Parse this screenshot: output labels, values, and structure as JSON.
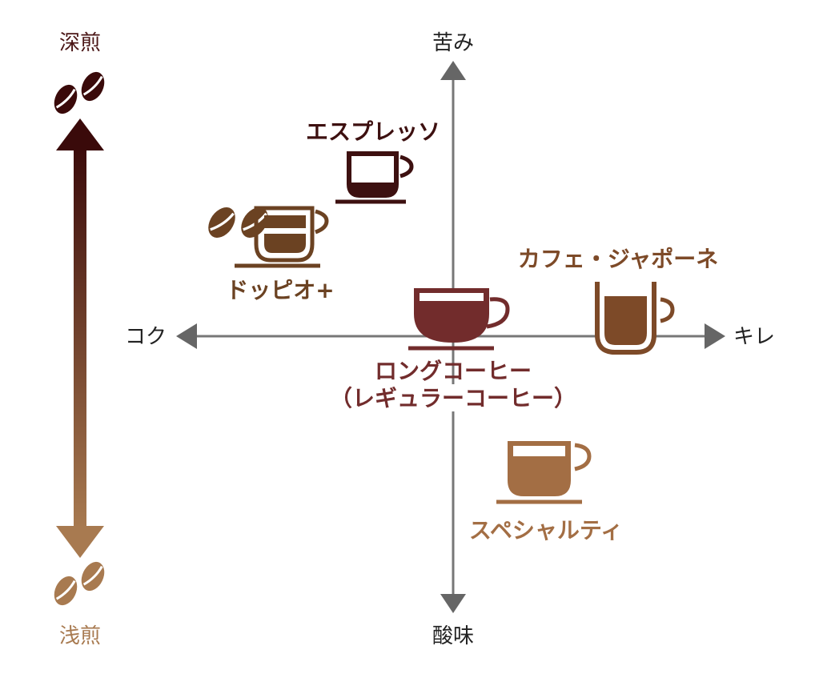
{
  "axes": {
    "top": "苦み",
    "bottom": "酸味",
    "left": "コク",
    "right": "キレ"
  },
  "roast_scale": {
    "dark": "深煎",
    "light": "浅煎",
    "dark_color": "#3a0a0a",
    "light_color": "#a87a50"
  },
  "items": [
    {
      "name": "エスプレッソ",
      "color": "#3d1010"
    },
    {
      "name": "ドッピオ+",
      "color": "#6b4222"
    },
    {
      "name": "ロングコーヒー",
      "sub": "（レギュラーコーヒー）",
      "color": "#722c2c"
    },
    {
      "name": "カフェ・ジャポーネ",
      "color": "#7d4a28"
    },
    {
      "name": "スペシャルティ",
      "color": "#a36e44"
    }
  ]
}
